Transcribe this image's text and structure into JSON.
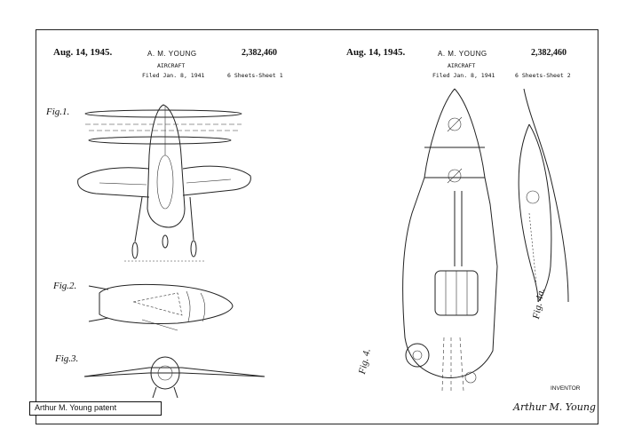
{
  "sheet1": {
    "date": "Aug. 14, 1945.",
    "inventor": "A. M. YOUNG",
    "patent_number": "2,382,460",
    "subject": "AIRCRAFT",
    "filed": "Filed Jan. 8, 1941",
    "sheets": "6 Sheets-Sheet 1"
  },
  "sheet2": {
    "date": "Aug. 14, 1945.",
    "inventor": "A. M. YOUNG",
    "patent_number": "2,382,460",
    "subject": "AIRCRAFT",
    "filed": "Filed Jan. 8, 1941",
    "sheets": "6 Sheets-Sheet 2"
  },
  "figures": {
    "fig1": "Fig.1.",
    "fig2": "Fig.2.",
    "fig3": "Fig.3.",
    "fig4": "Fig. 4.",
    "fig4a": "Fig. 4a."
  },
  "inventor_label": "INVENTOR",
  "signature": "Arthur M. Young",
  "caption": "Arthur M. Young patent"
}
